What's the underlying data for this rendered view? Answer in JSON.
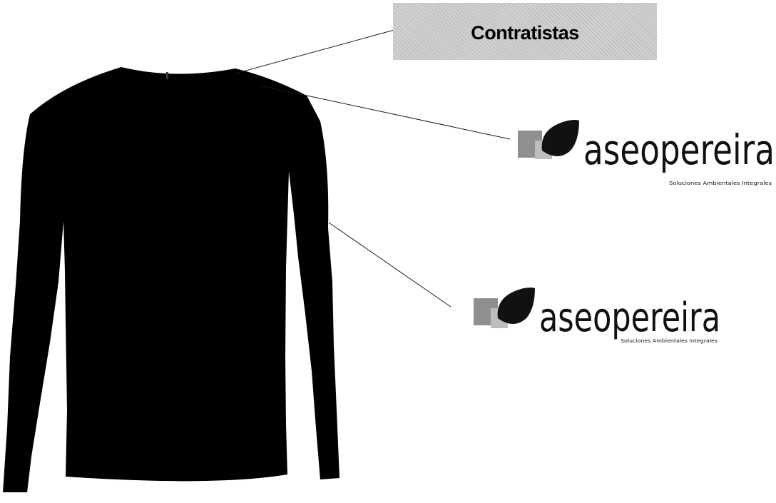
{
  "label": {
    "text": "Contratistas"
  },
  "logos": [
    {
      "name": "aseopereira",
      "tagline": "Soluciones Ambientales Integrales"
    },
    {
      "name": "aseopereira",
      "tagline": "Soluciones Ambientales Integrales"
    }
  ],
  "colors": {
    "garment": "#000000",
    "label_box": "#d9d9d9",
    "logo_gray": "#8f8f8f",
    "logo_light_gray": "#bdbdbd",
    "logo_leaf": "#111111"
  },
  "icons": [
    "long-sleeve-shirt",
    "leaf-mark",
    "pointer-line"
  ]
}
